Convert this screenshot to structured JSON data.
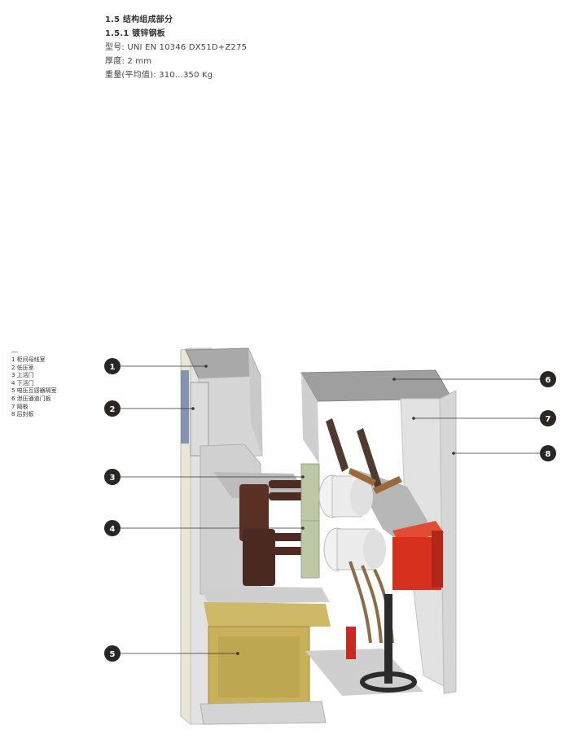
{
  "header": {
    "section": "1.5  结构组成部分",
    "subsection": "1.5.1  镀锌钢板",
    "model": "型号: UNI EN 10346 DX51D+Z275",
    "thickness": "厚度: 2 mm",
    "weight": "重量(平均值): 310...350 Kg"
  },
  "legend": {
    "dash": "—",
    "items": [
      "1 柜间母线室",
      "2 低压室",
      "3 上活门",
      "4 下活门",
      "5 电压互感器隔室",
      "6 泄压通道门板",
      "7 隔板",
      "8 后封板"
    ]
  },
  "callouts": [
    "1",
    "2",
    "3",
    "4",
    "5",
    "6",
    "7",
    "8"
  ],
  "colors": {
    "callout_fill": "#2a2623",
    "cabinet_gray": "#d9d9d9",
    "red_component": "#d8301f",
    "brown_component": "#5a3024",
    "yellow_vt": "#c9b15c"
  }
}
